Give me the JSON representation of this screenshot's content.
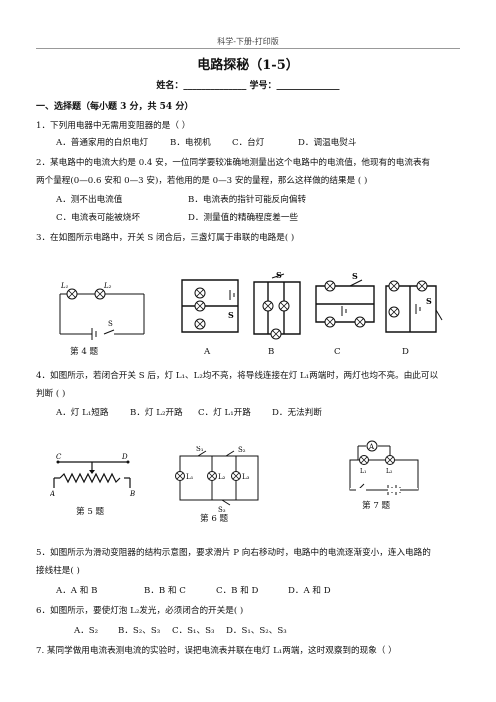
{
  "header": "科学-下册-打印版",
  "title": "电路探秘（1-5）",
  "name_row": "姓名：______________  学号：______________",
  "section1": "一、选择题（每小题 3 分，共 54 分）",
  "q1": {
    "stem": "1．下列用电器中无需用变阻器的是（    ）",
    "options": [
      "A．普通家用的白炽电灯",
      "B．电视机",
      "C．台灯",
      "D．调温电熨斗"
    ]
  },
  "q2": {
    "stem1": "2．某电路中的电流大约是 0.4 安，一位同学要较准确地测量出这个电路中的电流值，他现有的电流表有",
    "stem2": "两个量程(0—0.6 安和 0—3 安)，若他用的是 0—3 安的量程，那么这样做的结果是    (      )",
    "options": [
      "A．测不出电流值",
      "B．电流表的指针可能反向偏转",
      "C．电流表可能被烧坏",
      "D．测量值的精确程度差一些"
    ]
  },
  "q3": {
    "stem": "3．在如图所示电路中，开关 S 闭合后，三盏灯属于串联的电路是(      )",
    "fig4_caption": "第 4 题",
    "fig_labels": [
      "A",
      "B",
      "C",
      "D"
    ],
    "L1": "L₁",
    "L2": "L₂",
    "S": "S"
  },
  "q4": {
    "stem1": "4．如图所示，若闭合开关 S 后，灯 L₁、L₂均不亮，将导线连接在灯 L₁两端时，两灯也均不亮。由此可以",
    "stem2": "判断  (      )",
    "options": [
      "A．灯 L₁短路",
      "B．灯 L₂开路",
      "C．灯 L₁开路",
      "D．无法判断"
    ]
  },
  "figs": {
    "fig5_caption": "第 5 题",
    "fig6_caption": "第 6 题",
    "fig7_caption": "第 7 题",
    "C": "C",
    "D": "D",
    "A": "A",
    "B": "B",
    "S1": "S₁",
    "S2": "S₂",
    "S3": "S₃",
    "L1": "L₁",
    "L2": "L₂",
    "L3": "L₃",
    "Amm": "A"
  },
  "q5": {
    "stem1": "5．如图所示为滑动变阻器的结构示意图，要求滑片 P 向右移动时，电路中的电流逐渐变小，连入电路的",
    "stem2": "接线柱是(      )",
    "options": [
      "A．A 和 B",
      "B．B 和 C",
      "C．B 和 D",
      "D．A 和 D"
    ]
  },
  "q6": {
    "stem": "6．如图所示，要使灯泡 L₂发光，必须闭合的开关是(    )",
    "options": [
      "A．S₂",
      "B．S₂、S₃",
      "C．S₁、S₃",
      "D．S₁、S₂、S₃"
    ]
  },
  "q7": {
    "stem": "7. 某同学做用电流表测电流的实验时，误把电流表并联在电灯 L₁两端，这时观察到的现象（      ）"
  }
}
